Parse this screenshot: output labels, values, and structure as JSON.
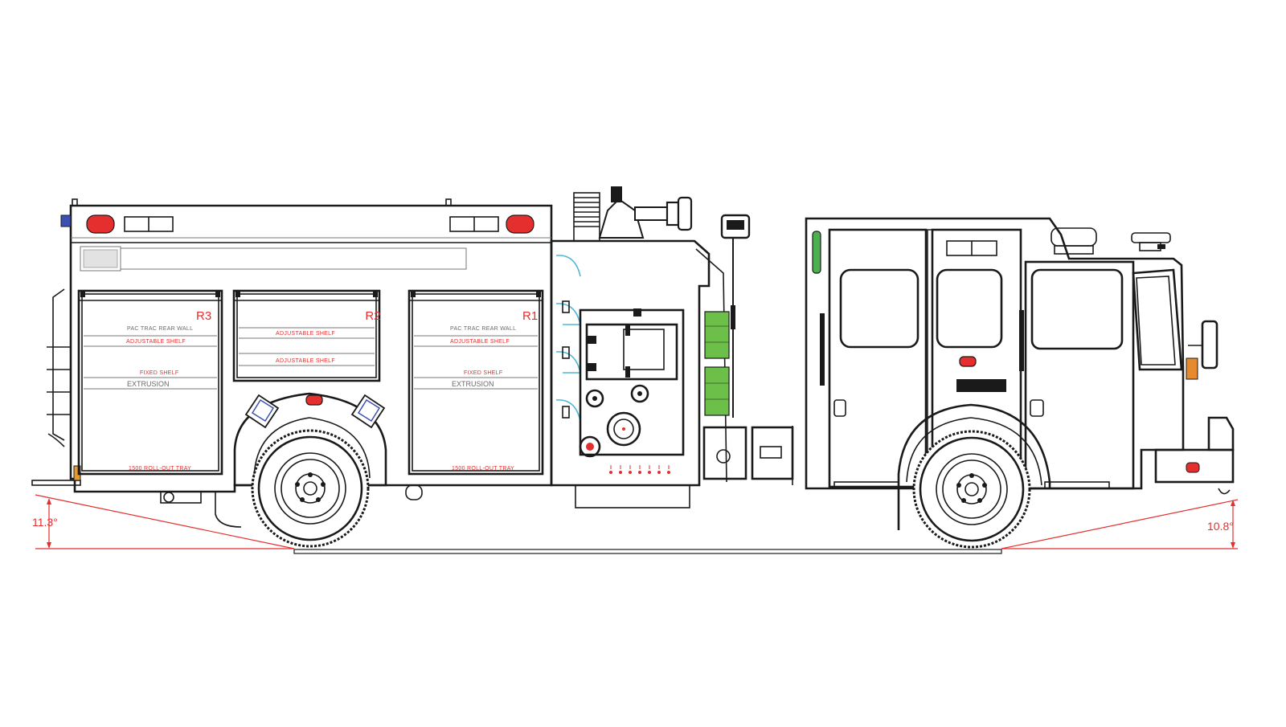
{
  "drawing": {
    "compartments": [
      {
        "id": "R3",
        "label": "R3",
        "top_note": "PAC TRAC REAR WALL",
        "shelf_note": "ADJUSTABLE SHELF",
        "fixed_note": "FIXED SHELF",
        "extrusion": "EXTRUSION",
        "tray_note": "1500 ROLL-OUT TRAY"
      },
      {
        "id": "R2",
        "label": "R2",
        "shelf_note": "ADJUSTABLE SHELF",
        "shelf_note_2": "ADJUSTABLE SHELF"
      },
      {
        "id": "R1",
        "label": "R1",
        "top_note": "PAC TRAC REAR WALL",
        "shelf_note": "ADJUSTABLE SHELF",
        "fixed_note": "FIXED SHELF",
        "extrusion": "EXTRUSION",
        "tray_note": "1500 ROLL-OUT TRAY"
      }
    ],
    "angles": {
      "rear_departure": "11.3°",
      "front_approach": "10.8°"
    },
    "colors": {
      "line": "#1a1a1a",
      "annotation_red": "#e52e2e",
      "warning_light_red": "#e52e2e",
      "compartment_light_green": "#6cc04a",
      "cab_marker_green": "#4caf50",
      "discharge_blue": "#3c50b4",
      "ladder_cyan": "#4fb8d6"
    }
  }
}
